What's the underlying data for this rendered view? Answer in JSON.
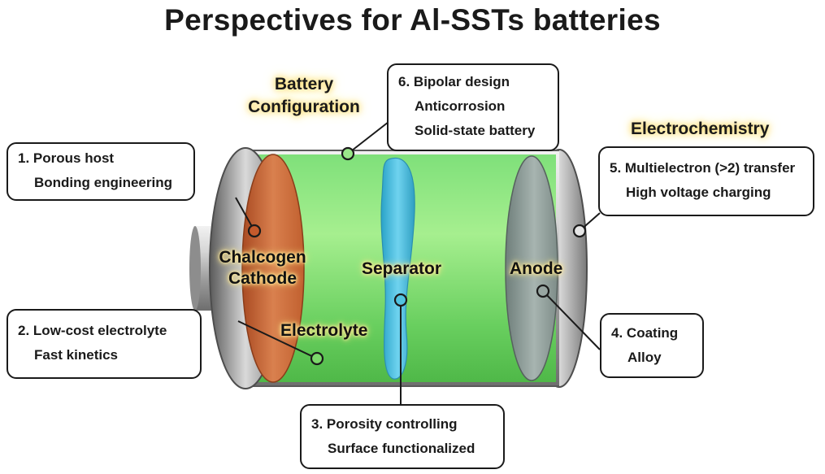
{
  "title": "Perspectives for Al-SSTs batteries",
  "categories": {
    "battery_configuration": [
      "Battery",
      "Configuration"
    ],
    "electrochemistry": "Electrochemistry"
  },
  "parts": {
    "cathode": [
      "Chalcogen",
      "Cathode"
    ],
    "electrolyte": "Electrolyte",
    "separator": "Separator",
    "anode": "Anode"
  },
  "callouts": [
    {
      "number": "1.",
      "line1": "Porous host",
      "line2": "Bonding engineering"
    },
    {
      "number": "2.",
      "line1": "Low-cost electrolyte",
      "line2": "Fast kinetics"
    },
    {
      "number": "3.",
      "line1": "Porosity controlling",
      "line2": "Surface functionalized"
    },
    {
      "number": "4.",
      "line1": "Coating",
      "line2": "Alloy"
    },
    {
      "number": "5.",
      "line1": "Multielectron (>2) transfer",
      "line2": "High voltage charging"
    },
    {
      "number": "6.",
      "line1": "Bipolar design",
      "line2": "Anticorrosion",
      "line3": "Solid-state battery"
    }
  ],
  "colors": {
    "cathode": "#c8683a",
    "electrolyte": "#6fd36a",
    "separator": "#3fb8d8",
    "anode": "#8a9a96",
    "casing": "#b9b9b9"
  }
}
